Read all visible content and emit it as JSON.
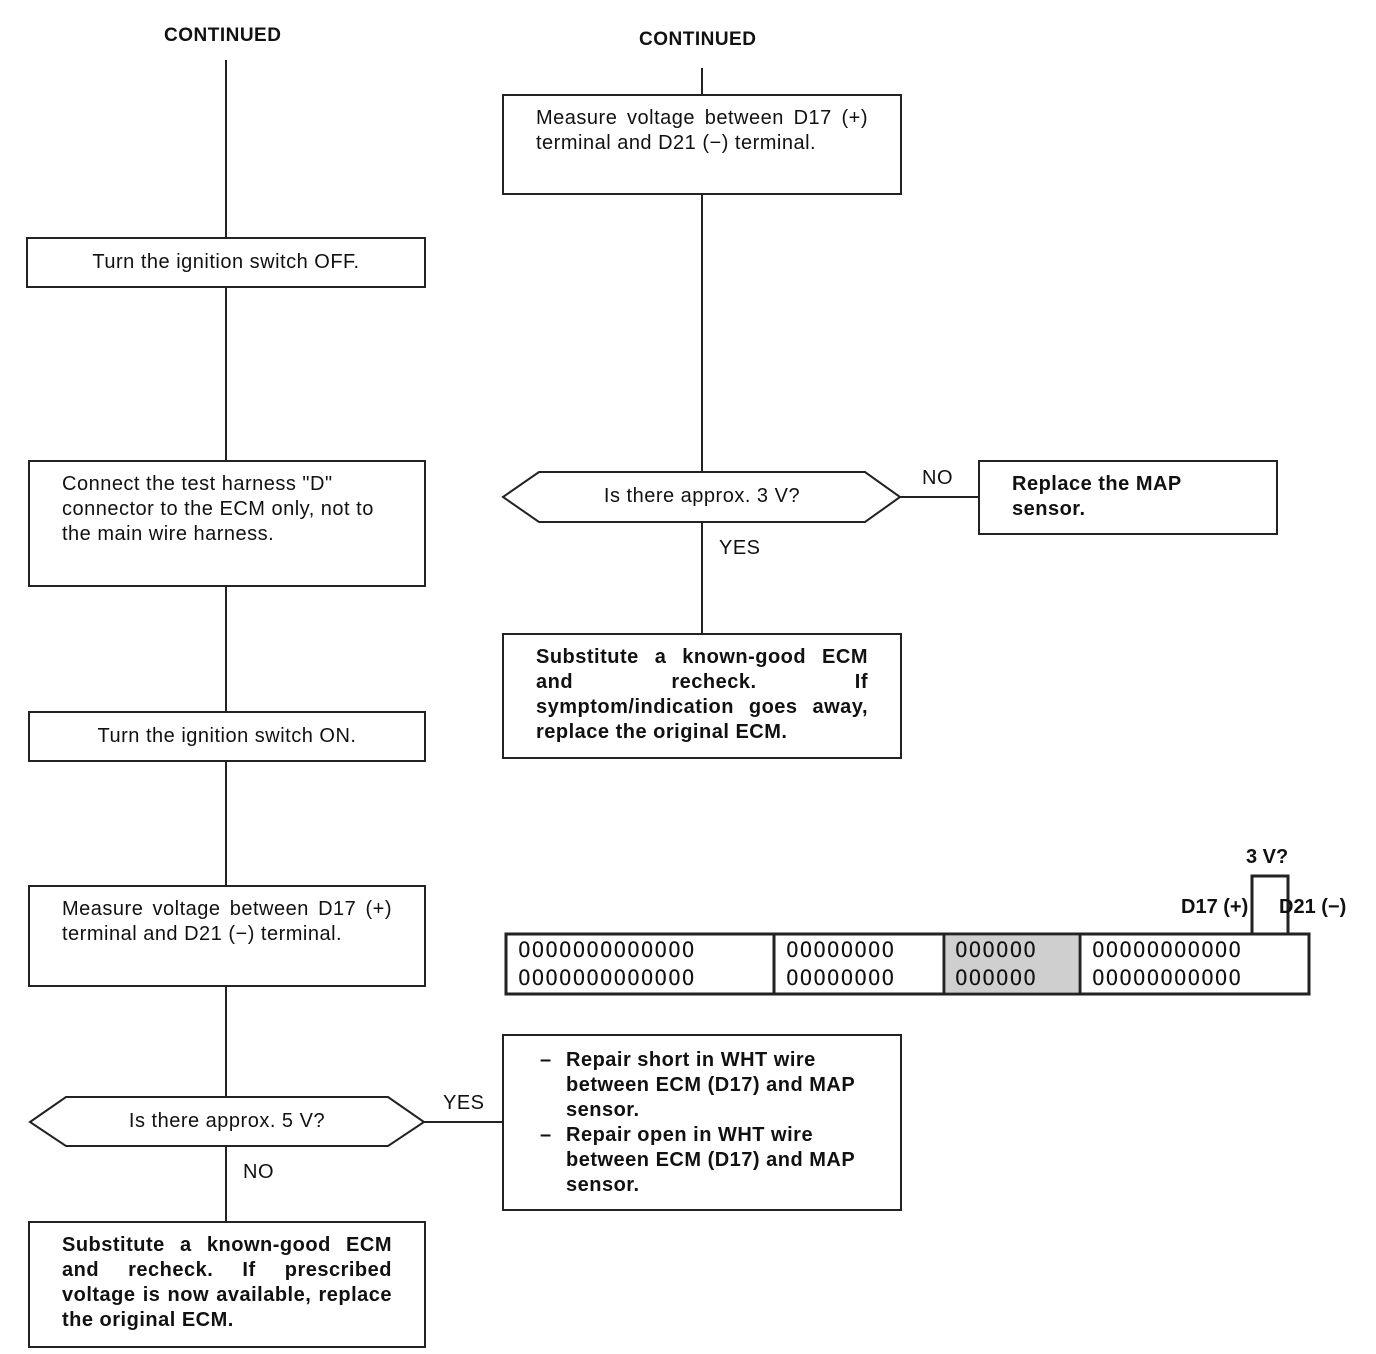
{
  "headers": {
    "left": "CONTINUED",
    "right": "CONTINUED"
  },
  "left_steps": {
    "ign_off": "Turn the ignition switch OFF.",
    "connect": "Connect the test harness \"D\" connector to the ECM only, not to the main wire harness.",
    "ign_on": "Turn the ignition switch ON.",
    "measure": "Measure voltage between D17 (+) terminal and D21 (−) terminal.",
    "decision": "Is there approx. 5 V?",
    "yes_label": "YES",
    "no_label": "NO",
    "substitute": "Substitute a known-good ECM and recheck. If prescribed voltage is now available, replace the original ECM."
  },
  "right_steps": {
    "measure": "Measure voltage between D17 (+) terminal and D21 (−) terminal.",
    "decision": "Is there approx. 3 V?",
    "no_label": "NO",
    "yes_label": "YES",
    "replace_map": "Replace the MAP sensor.",
    "substitute": "Substitute a known-good ECM and recheck. If symptom/indication goes away, replace the original ECM."
  },
  "repair": {
    "items": [
      "Repair short in WHT wire between ECM (D17) and MAP sensor.",
      "Repair open in WHT wire between ECM (D17) and MAP sensor."
    ]
  },
  "connector": {
    "voltage_label": "3 V?",
    "pin_plus": "D17 (+)",
    "pin_minus": "D21 (−)",
    "sections": [
      {
        "row1": "OOOOOOOOOOOOO",
        "row2": "OOOOOOOOOOOOO"
      },
      {
        "row1": "OOOOOOOO",
        "row2": "OOOOOOOO"
      },
      {
        "row1": "OOOOOO",
        "row2": "OOOOOO"
      },
      {
        "row1": "OOOOOOOOOOO",
        "row2": "OOOOOOOOOOO"
      }
    ]
  }
}
